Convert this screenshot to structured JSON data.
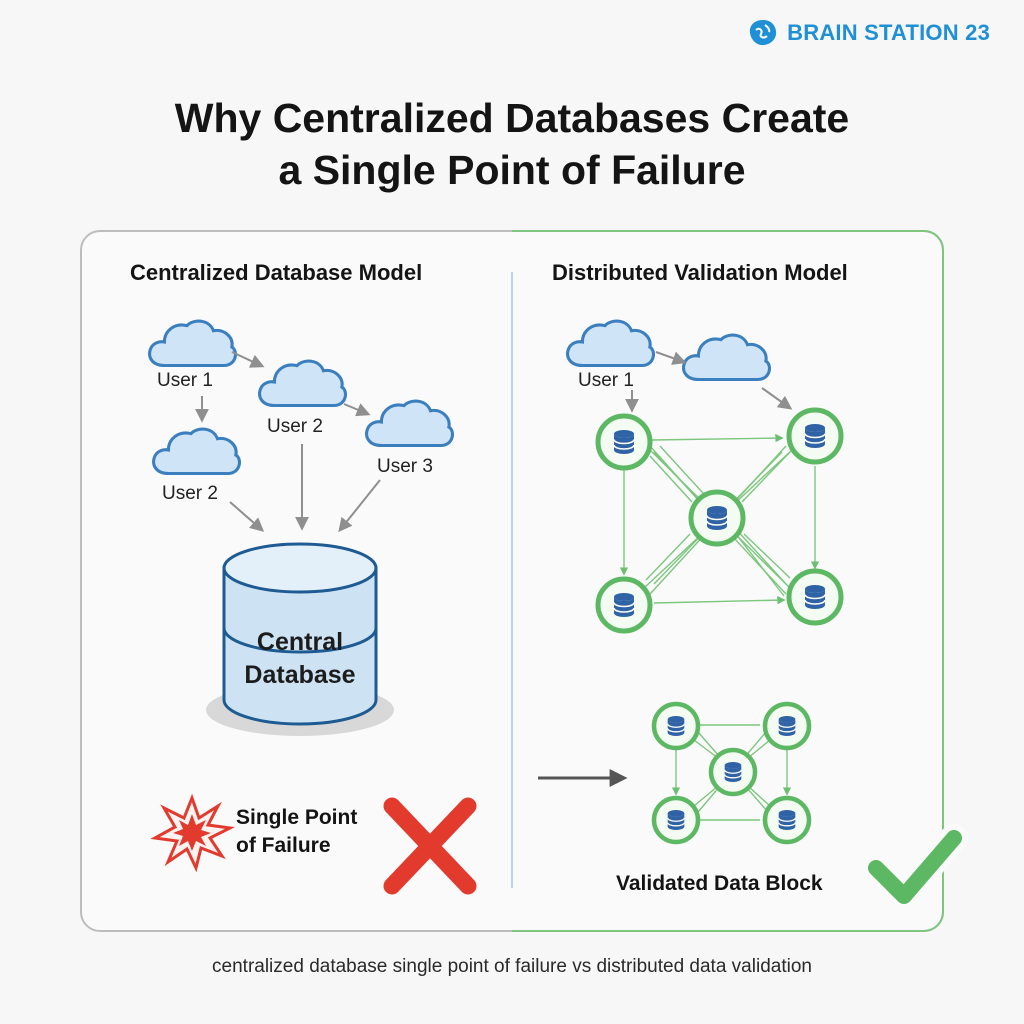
{
  "brand": {
    "name": "BRAIN STATION 23",
    "color": "#1f8fd6"
  },
  "title": {
    "line1": "Why Centralized Databases Create",
    "line2": "a Single Point of Failure"
  },
  "left": {
    "heading": "Centralized Database Model",
    "users": [
      "User 1",
      "User 2",
      "User 3",
      "User 2"
    ],
    "database": {
      "line1": "Central",
      "line2": "Database"
    },
    "failure": {
      "line1": "Single Point",
      "line2": "of Failure"
    }
  },
  "right": {
    "heading": "Distributed Validation Model",
    "user": "User 1",
    "block_label": "Validated Data Block"
  },
  "caption": "centralized database single point of failure vs distributed data validation",
  "colors": {
    "accent_green": "#5cb862",
    "cloud_blue": "#3b7fbf",
    "db_fill": "#cde3f3",
    "fail_red": "#e23b2e"
  }
}
